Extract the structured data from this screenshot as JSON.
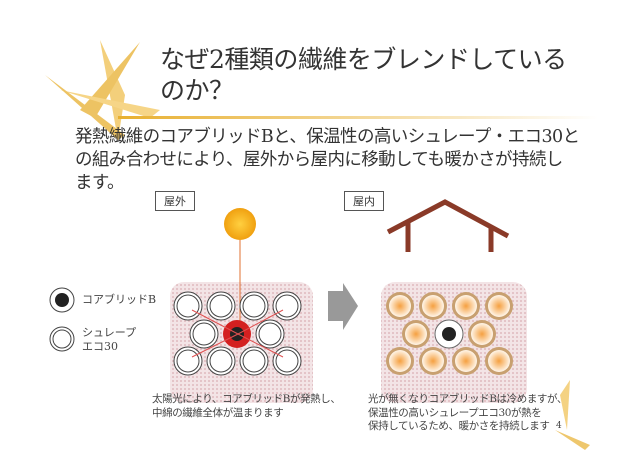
{
  "title": {
    "line1": "なぜ2種類の繊維をブレンドしている",
    "line2": "のか？"
  },
  "lead": {
    "line1": "発熱繊維のコアブリッドBと、保温性の高いシュレープ・エコ30と",
    "line2": "の組み合わせにより、屋外から屋内に移動しても暖かさが持続し",
    "line3": "ます。"
  },
  "outdoor": {
    "label": "屋外",
    "caption1": "太陽光により、コアブリッドBが発熱し、",
    "caption2": "中綿の繊維全体が温まります"
  },
  "indoor": {
    "label": "屋内",
    "caption1": "光が無くなりコアブリッドBは冷めますが、",
    "caption2": "保温性の高いシュレープエコ30が熱を",
    "caption3": "保持しているため、暖かさを持続します"
  },
  "legend": {
    "corebrid": "コアブリッドB",
    "shrape1": "シュレープ",
    "shrape2": "エコ30"
  },
  "page_number": "4",
  "colors": {
    "accent": "#e8b030",
    "red": "#d42020",
    "brown": "#8a3a28"
  }
}
